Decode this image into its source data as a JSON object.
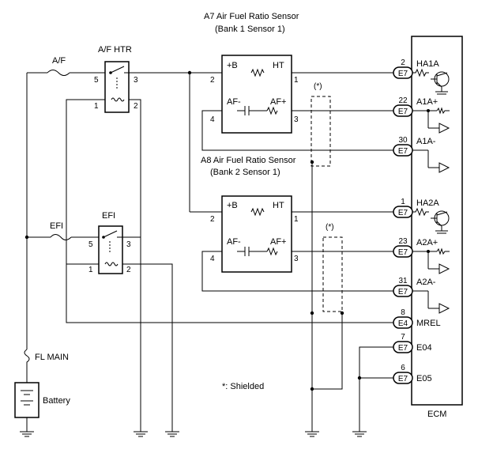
{
  "sensors": {
    "a7": {
      "title": "A7  Air Fuel Ratio Sensor",
      "subtitle": "(Bank 1 Sensor 1)"
    },
    "a8": {
      "title": "A8  Air Fuel Ratio Sensor",
      "subtitle": "(Bank 2 Sensor 1)"
    },
    "pins": {
      "pb": "+B",
      "ht": "HT",
      "afm": "AF-",
      "afp": "AF+"
    },
    "pin_numbers": {
      "p2": "2",
      "p1": "1",
      "p4": "4",
      "p3": "3"
    }
  },
  "relays": {
    "af_htr": {
      "label": "A/F HTR",
      "pins": {
        "p5": "5",
        "p3": "3",
        "p1": "1",
        "p2": "2"
      }
    },
    "efi": {
      "label": "EFI",
      "pins": {
        "p5": "5",
        "p3": "3",
        "p1": "1",
        "p2": "2"
      }
    }
  },
  "fuses": {
    "af": "A/F",
    "efi": "EFI",
    "fl_main": "FL MAIN"
  },
  "battery": "Battery",
  "shielded_marker": "(*)",
  "shielded_note": "*: Shielded",
  "ecm": {
    "label": "ECM",
    "terminals": [
      {
        "pin": "2",
        "connector": "E7",
        "name": "HA1A"
      },
      {
        "pin": "22",
        "connector": "E7",
        "name": "A1A+"
      },
      {
        "pin": "30",
        "connector": "E7",
        "name": "A1A-"
      },
      {
        "pin": "1",
        "connector": "E7",
        "name": "HA2A"
      },
      {
        "pin": "23",
        "connector": "E7",
        "name": "A2A+"
      },
      {
        "pin": "31",
        "connector": "E7",
        "name": "A2A-"
      },
      {
        "pin": "8",
        "connector": "E4",
        "name": "MREL"
      },
      {
        "pin": "7",
        "connector": "E7",
        "name": "E04"
      },
      {
        "pin": "6",
        "connector": "E7",
        "name": "E05"
      }
    ]
  }
}
